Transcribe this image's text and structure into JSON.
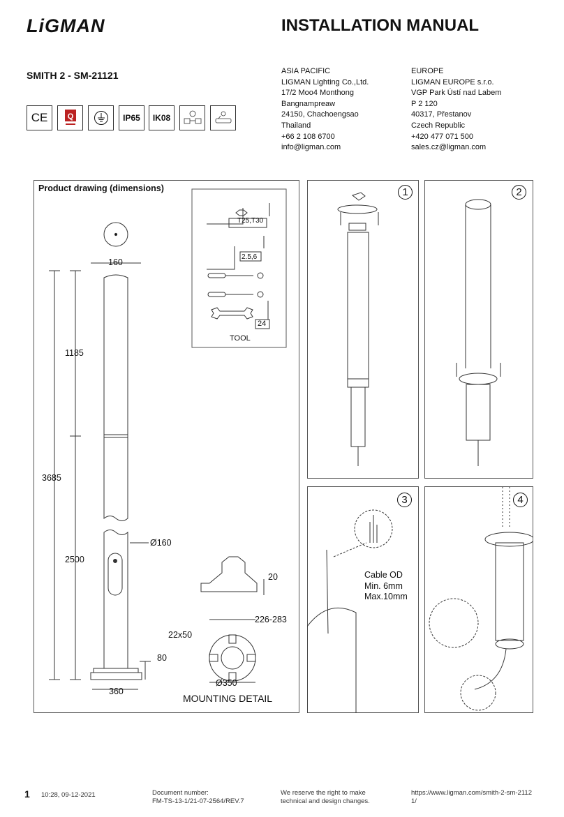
{
  "header": {
    "logo": "LiGMAN",
    "title": "INSTALLATION MANUAL",
    "model": "SMITH 2 - SM-21121"
  },
  "certifications": [
    "CE",
    "quality-mark",
    "earth-ground",
    "IP65",
    "IK08",
    "wiring-diagram",
    "install-diagram"
  ],
  "asia": {
    "lines": [
      "ASIA PACIFIC",
      "LIGMAN Lighting Co.,Ltd.",
      "17/2 Moo4 Monthong",
      "Bangnampreaw",
      "24150, Chachoengsao",
      "Thailand",
      "+66 2 108 6700",
      "info@ligman.com"
    ]
  },
  "europe": {
    "lines": [
      "EUROPE",
      "LIGMAN EUROPE s.r.o.",
      "VGP Park Ústí nad Labem",
      "P 2 120",
      "40317, Přestanov",
      "Czech Republic",
      "+420 477 071 500",
      "sales.cz@ligman.com"
    ]
  },
  "drawing": {
    "title": "Product drawing (dimensions)",
    "dims": {
      "top_dia": "160",
      "upper": "1185",
      "total": "3685",
      "lower": "2500",
      "pole_dia": "Ø160",
      "base": "360",
      "base_h": "80"
    },
    "tools": {
      "t1": "T25,T30",
      "t2": "2.5,6",
      "t3": "24",
      "label": "TOOL"
    },
    "mounting": {
      "plate_h": "20",
      "bolt": "226-283",
      "slot": "22x50",
      "dia": "Ø350",
      "label": "MOUNTING DETAIL"
    }
  },
  "steps": {
    "s1": "1",
    "s2": "2",
    "s3": "3",
    "s4": "4",
    "cable": [
      "Cable OD",
      "Min. 6mm",
      "Max.10mm"
    ]
  },
  "footer": {
    "page": "1",
    "time": "10:28, 09-12-2021",
    "doc": [
      "Document number:",
      "FM-TS-13-1/21-07-2564/REV.7"
    ],
    "reserve": [
      "We reserve the right to make",
      "technical and design changes."
    ],
    "url": [
      "https://www.ligman.com/smith-2-sm-2112",
      "1/"
    ]
  }
}
